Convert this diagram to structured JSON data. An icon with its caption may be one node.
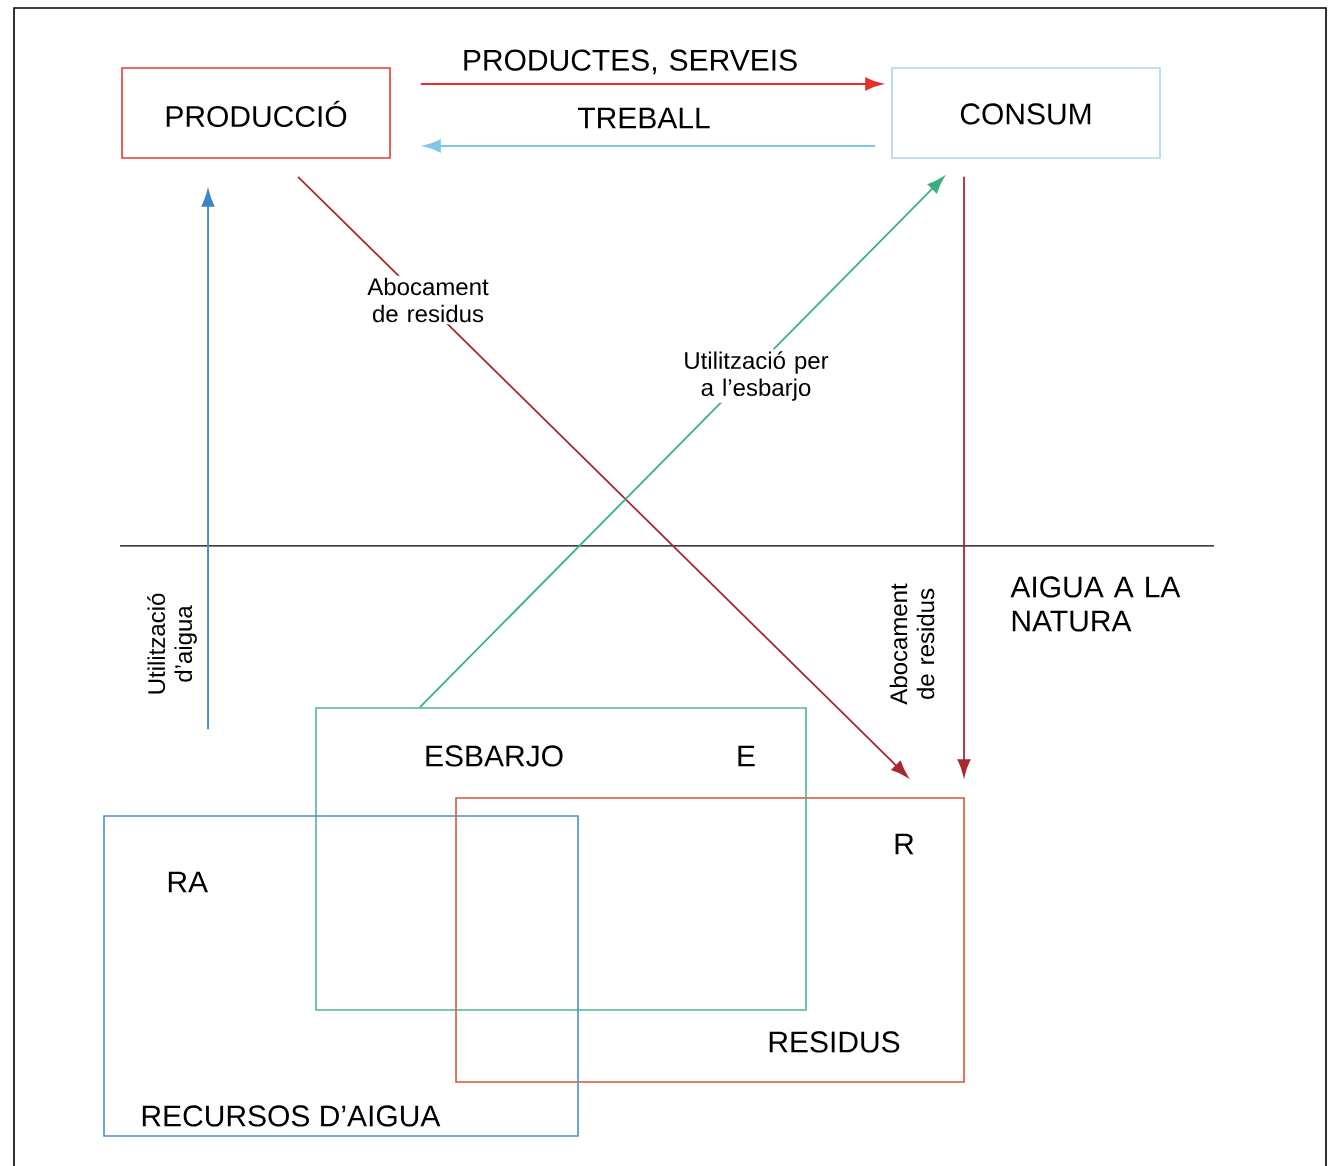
{
  "diagram": {
    "nodes": [
      {
        "text": [
          "PRODUCCIÓ"
        ]
      },
      {
        "text": [
          "CONSUM"
        ]
      },
      {
        "text": [
          "ESBARJO",
          "E"
        ]
      },
      {
        "text": [
          "R",
          "RESIDUS"
        ]
      },
      {
        "text": [
          "RA",
          "RECURSOS D’AIGUA"
        ]
      }
    ],
    "edges": [
      {
        "from": 0,
        "to": 1,
        "arrow": "to",
        "label": "PRODUCTES, SERVEIS",
        "color": "#e8302a"
      },
      {
        "from": 1,
        "to": 0,
        "arrow": "to",
        "label": "TREBALL",
        "color": "#7dc8e8"
      },
      {
        "from": 4,
        "to": 0,
        "arrow": "to",
        "label": "Utilització d’aigua",
        "color": "#3d86c8"
      },
      {
        "from": 0,
        "to": 3,
        "arrow": "to",
        "label": "Abocament de residus",
        "color": "#a8282e"
      },
      {
        "from": 2,
        "to": 1,
        "arrow": "to",
        "label": "Utilització per a l’esbarjo",
        "color": "#3ab07f"
      },
      {
        "from": 1,
        "to": 3,
        "arrow": "to",
        "label": "Abocament de residus",
        "color": "#a8282e"
      }
    ],
    "labels": [
      "AIGUA A LA NATURA"
    ]
  }
}
